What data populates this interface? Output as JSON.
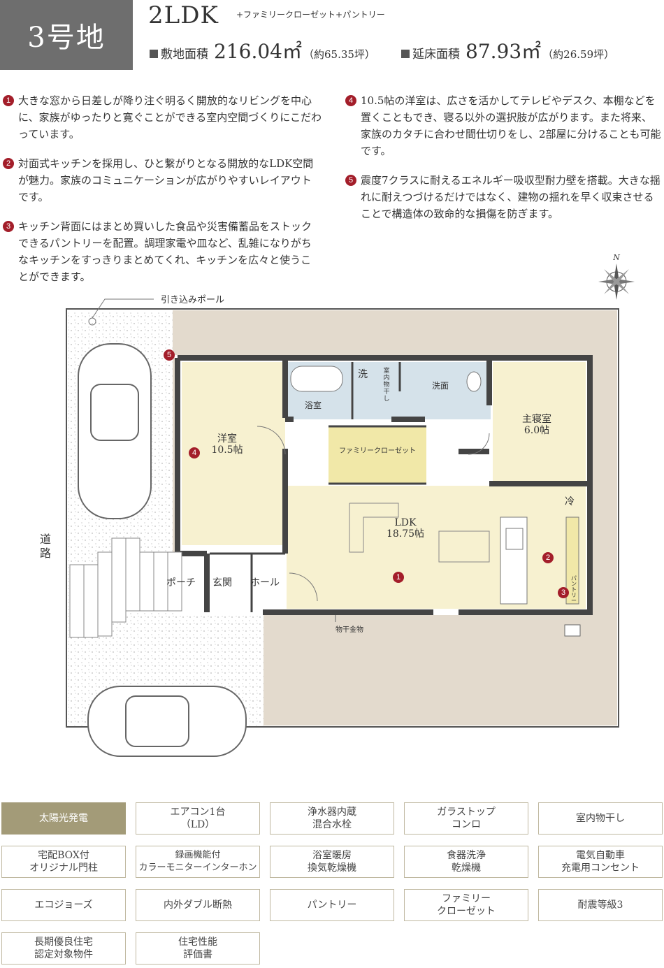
{
  "header": {
    "lot": "3号地",
    "plan_type": "2LDK",
    "plan_extra": "+ファミリークローゼット+パントリー",
    "site_label": "敷地面積",
    "site_area": "216.04㎡",
    "site_tsubo": "（約65.35坪）",
    "floor_label": "延床面積",
    "floor_area": "87.93㎡",
    "floor_tsubo": "（約26.59坪）"
  },
  "features": [
    {
      "num": "1",
      "text": "大きな窓から日差しが降り注ぐ明るく開放的なリビングを中心に、家族がゆったりと寛ぐことができる室内空間づくりにこだわっています。"
    },
    {
      "num": "2",
      "text": "対面式キッチンを採用し、ひと繋がりとなる開放的なLDK空間が魅力。家族のコミュニケーションが広がりやすいレイアウトです。"
    },
    {
      "num": "3",
      "text": "キッチン背面にはまとめ買いした食品や災害備蓄品をストックできるパントリーを配置。調理家電や皿など、乱雑になりがちなキッチンをすっきりまとめてくれ、キッチンを広々と使うことができます。"
    },
    {
      "num": "4",
      "text": "10.5帖の洋室は、広さを活かしてテレビやデスク、本棚などを置くこともでき、寝る以外の選択肢が広がります。また将来、家族のカタチに合わせ間仕切りをし、2部屋に分けることも可能です。"
    },
    {
      "num": "5",
      "text": "震度7クラスに耐えるエネルギー吸収型耐力壁を搭載。大きな揺れに耐えつづけるだけではなく、建物の揺れを早く収束させることで構造体の致命的な損傷を防ぎます。"
    }
  ],
  "plan": {
    "compass": "N",
    "pole": "引き込みポール",
    "road": "道路",
    "western_room": "洋室",
    "western_size": "10.5帖",
    "master": "主寝室",
    "master_size": "6.0帖",
    "ldk": "LDK",
    "ldk_size": "18.75帖",
    "bath": "浴室",
    "wash": "洗",
    "laundry": "室内物干し",
    "washroom": "洗面",
    "closet": "ファミリークローゼット",
    "fridge": "冷",
    "pantry": "パントリー",
    "porch": "ポーチ",
    "entrance": "玄関",
    "hall": "ホール",
    "dryer": "物干金物",
    "pins": [
      "1",
      "2",
      "3",
      "4",
      "5"
    ]
  },
  "equipment": [
    "太陽光発電",
    "エアコン1台\n（LD）",
    "浄水器内蔵\n混合水栓",
    "ガラストップ\nコンロ",
    "室内物干し",
    "宅配BOX付\nオリジナル門柱",
    "録画機能付\nカラーモニターインターホン",
    "浴室暖房\n換気乾燥機",
    "食器洗浄\n乾燥機",
    "電気自動車\n充電用コンセント",
    "エコジョーズ",
    "内外ダブル断熱",
    "パントリー",
    "ファミリー\nクローゼット",
    "耐震等級3",
    "長期優良住宅\n認定対象物件",
    "住宅性能\n評価書"
  ],
  "colors": {
    "badge": "#6e6e6e",
    "accent_red": "#a31e2a",
    "room_yellow": "#f7f1d0",
    "closet_yellow": "#f1e8a8",
    "wet_blue": "#d5e2ea",
    "yard_beige": "#e3dacd",
    "equip_highlight": "#a39b78"
  }
}
